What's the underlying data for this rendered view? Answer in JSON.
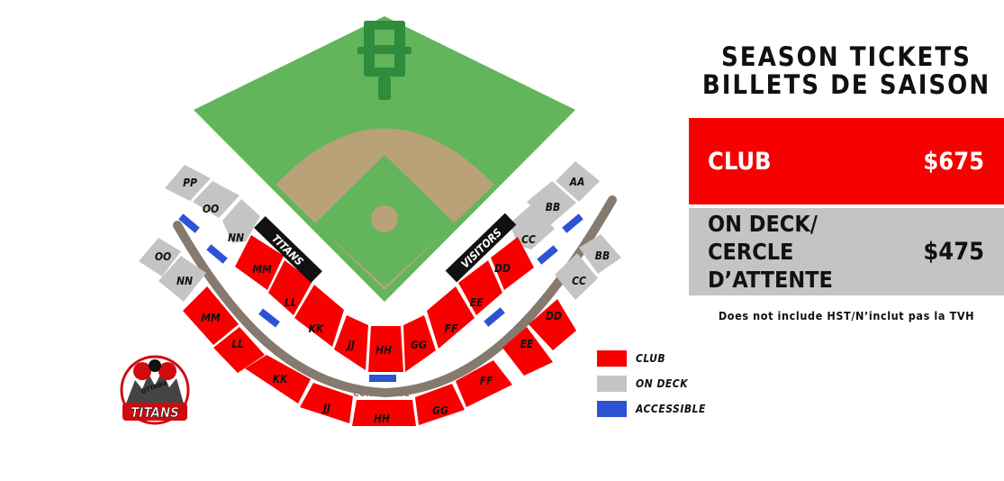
{
  "colors": {
    "club": "#f80000",
    "on_deck": "#c4c4c4",
    "accessible": "#2c53d4",
    "grass": "#62b55a",
    "infield_dirt": "#b9a178",
    "concourse": "#857a6d"
  },
  "header": {
    "title_en": "SEASON TICKETS",
    "title_fr": "BILLETS DE SAISON"
  },
  "pricing": {
    "club": {
      "label": "CLUB",
      "price": "$675"
    },
    "on_deck": {
      "label_line1": "ON DECK/",
      "label_line2": "CERCLE D’ATTENTE",
      "price": "$475"
    },
    "note": "Does not include HST/N’inclut pas la TVH"
  },
  "legend": {
    "club": "CLUB",
    "on_deck": "ON DECK",
    "accessible": "ACCESSIBLE"
  },
  "map": {
    "dugout_home": "TITANS",
    "dugout_visitors": "VISITORS",
    "concourse": "CONCOURSE",
    "sections": {
      "pp": "PP",
      "oo_upper": "OO",
      "nn_upper": "NN",
      "oo_lower": "OO",
      "nn_lower": "NN",
      "mm_inner": "MM",
      "ll_inner": "LL",
      "kk_inner": "KK",
      "jj_inner": "JJ",
      "hh_inner": "HH",
      "gg_inner": "GG",
      "ff_inner": "FF",
      "ee_inner": "EE",
      "dd_inner": "DD",
      "cc_upper": "CC",
      "bb_upper": "BB",
      "aa": "AA",
      "bb_lower": "BB",
      "cc_lower": "CC",
      "mm_outer": "MM",
      "ll_outer": "LL",
      "kk_outer": "KK",
      "jj_outer": "JJ",
      "hh_outer": "HH",
      "gg_outer": "GG",
      "ff_outer": "FF",
      "ee_outer": "EE",
      "dd_outer": "DD"
    }
  },
  "logo": {
    "text_small": "OTTAWA",
    "text_large": "TITANS"
  }
}
